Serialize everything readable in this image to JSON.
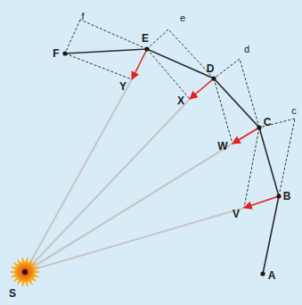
{
  "diagram": {
    "labels": [
      "S",
      "A",
      "B",
      "C",
      "D",
      "E",
      "F",
      "V",
      "W",
      "X",
      "Y",
      "c",
      "d",
      "e",
      "f"
    ]
  }
}
